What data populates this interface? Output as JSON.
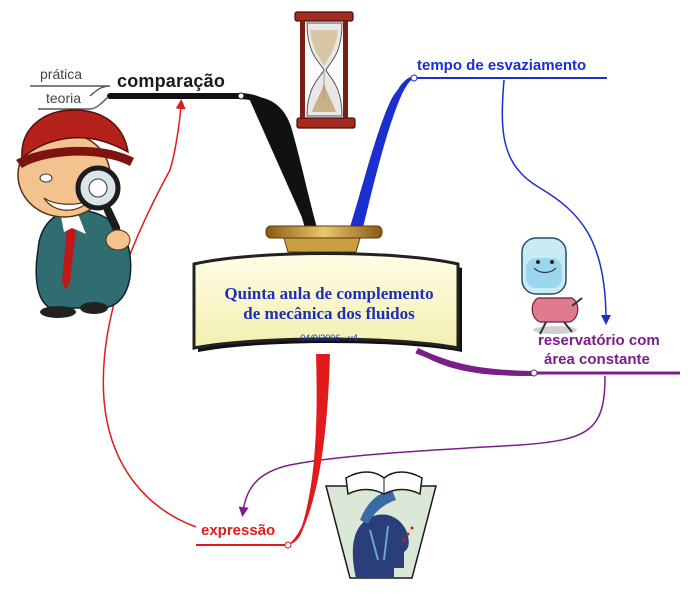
{
  "central": {
    "title_line1": "Quinta aula de complemento",
    "title_line2": "de mecânica dos fluidos",
    "date": "04/9/2006 - v4"
  },
  "nodes": {
    "comparacao": "comparação",
    "pratica": "prática",
    "teoria": "teoria",
    "tempo": "tempo de esvaziamento",
    "reservatorio_line1": "reservatório com",
    "reservatorio_line2": "área constante",
    "expressao": "expressão"
  },
  "colors": {
    "comparacao_branch": "#111111",
    "tempo_branch": "#1a2fd0",
    "reservatorio_branch": "#7a1e8a",
    "expressao_branch": "#e11b1b",
    "central_fill": "#fdf9c8"
  },
  "icons": [
    "hourglass-icon",
    "detective-magnifier-icon",
    "fishbowl-character-icon",
    "thinking-head-book-icon"
  ]
}
